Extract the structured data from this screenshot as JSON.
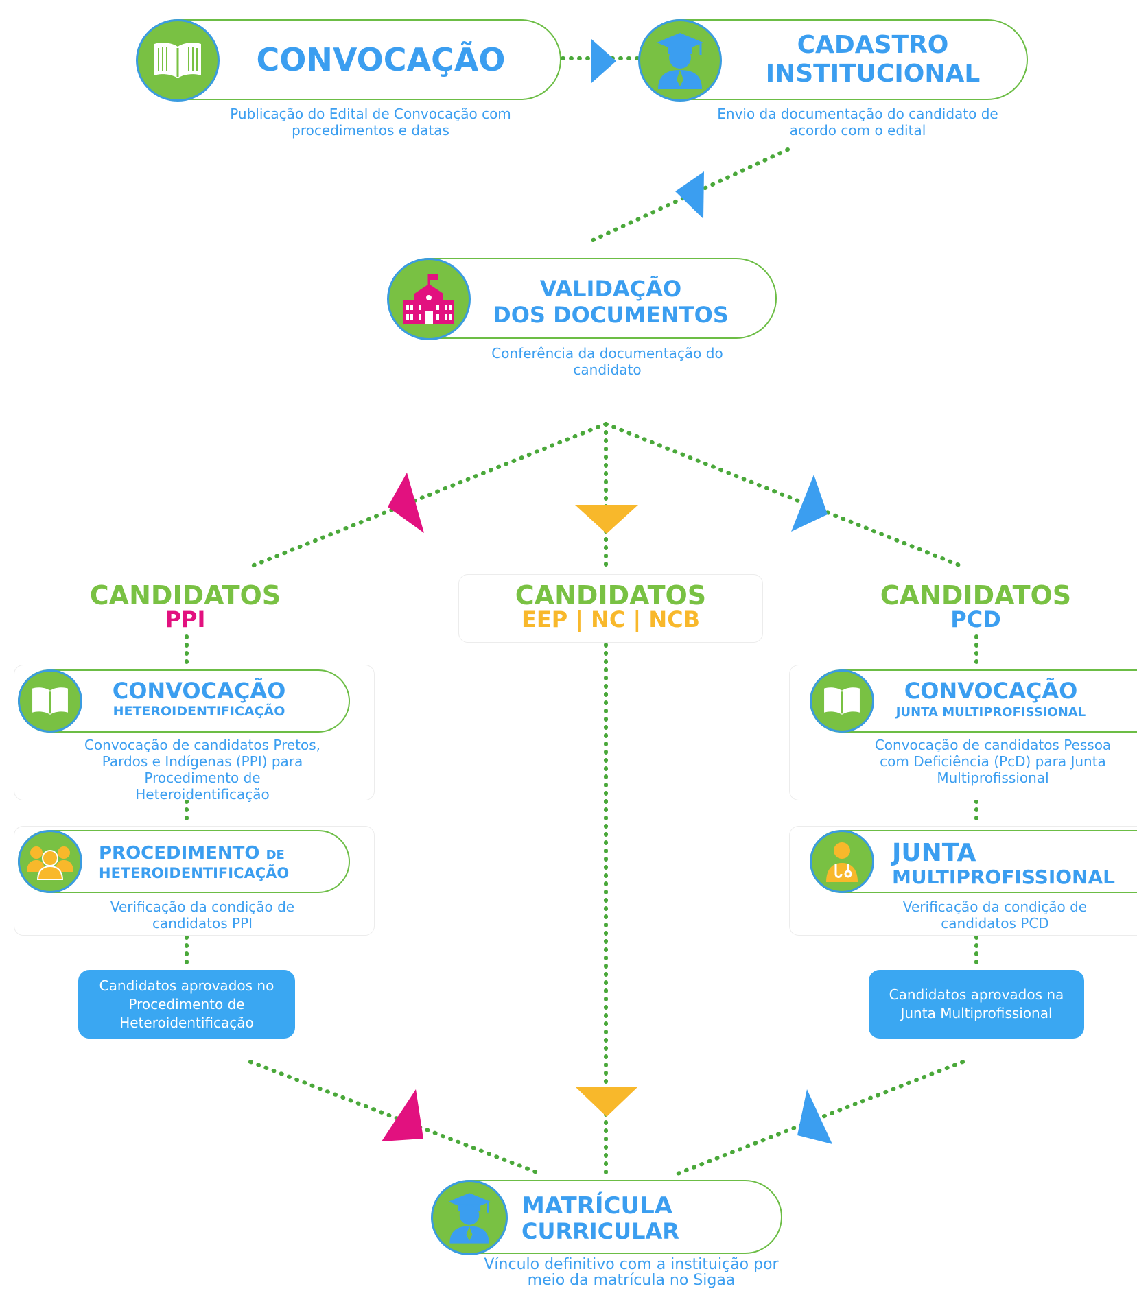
{
  "colors": {
    "green": "#6cbd45",
    "blue": "#3b9ef0",
    "magenta": "#e2117f",
    "yellow": "#f8b82b",
    "approved_box": "#3aa7f2"
  },
  "steps": {
    "convocacao": {
      "title": "CONVOCAÇÃO",
      "description": "Publicação do Edital de Convocação com procedimentos e datas",
      "icon": "book-icon"
    },
    "cadastro": {
      "title_line1": "CADASTRO",
      "title_line2": "INSTITUCIONAL",
      "description": "Envio da documentação do candidato de acordo com o edital",
      "icon": "graduate-icon"
    },
    "validacao": {
      "title_line1": "VALIDAÇÃO",
      "title_line2": "DOS DOCUMENTOS",
      "description": "Conferência da documentação do candidato",
      "icon": "school-building-icon"
    },
    "matricula": {
      "title_line1": "MATRÍCULA",
      "title_line2": "CURRICULAR",
      "description": "Vínculo definitivo com a instituição por meio da matrícula no Sigaa",
      "icon": "graduate-icon"
    }
  },
  "branches": {
    "ppi": {
      "heading": "CANDIDATOS",
      "sub": "PPI",
      "step1": {
        "title": "CONVOCAÇÃO",
        "subtitle": "HETEROIDENTIFICAÇÃO",
        "description": "Convocação de candidatos Pretos, Pardos e Indígenas (PPI) para Procedimento de Heteroidentificação",
        "icon": "book-icon"
      },
      "step2": {
        "title_main": "PROCEDIMENTO",
        "title_small": "DE",
        "title_line2": "HETEROIDENTIFICAÇÃO",
        "description": "Verificação da condição de candidatos PPI",
        "icon": "people-group-icon"
      },
      "approved": "Candidatos aprovados no Procedimento de Heteroidentificação"
    },
    "geral": {
      "heading": "CANDIDATOS",
      "sub": "EEP | NC | NCB"
    },
    "pcd": {
      "heading": "CANDIDATOS",
      "sub": "PCD",
      "step1": {
        "title": "CONVOCAÇÃO",
        "subtitle": "JUNTA MULTIPROFISSIONAL",
        "description": "Convocação de candidatos Pessoa com Deficiência (PcD) para Junta Multiprofissional",
        "icon": "book-icon"
      },
      "step2": {
        "title_line1": "JUNTA",
        "title_line2": "MULTIPROFISSIONAL",
        "description": "Verificação da condição de candidatos PCD",
        "icon": "doctor-icon"
      },
      "approved": "Candidatos aprovados na Junta Multiprofissional"
    }
  }
}
